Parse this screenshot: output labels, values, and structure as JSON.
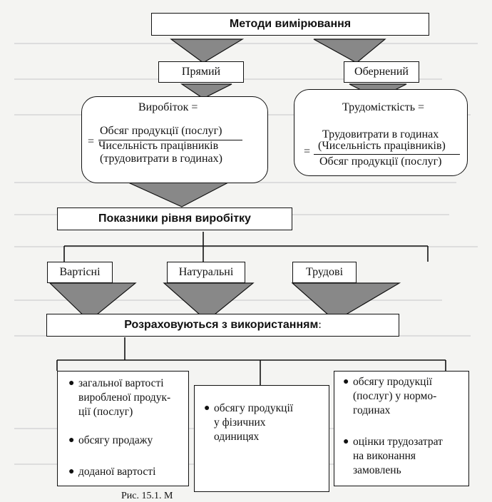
{
  "top": {
    "title": "Методи вимірювання"
  },
  "methods": {
    "direct": "Прямий",
    "inverse": "Обернений"
  },
  "direct_formula": {
    "name": "Виробіток =",
    "eq": "=",
    "numerator": "Обсяг продукції (послуг)",
    "denominator_line1": "Чисельність працівників",
    "denominator_line2": "(трудовитрати в годинах)"
  },
  "inverse_formula": {
    "name": "Трудомісткість =",
    "eq": "=",
    "numerator_line1": "Трудовитрати в годинах",
    "numerator_line2": "(Чисельність працівників)",
    "denominator": "Обсяг продукції (послуг)"
  },
  "indicators": {
    "title": "Показники рівня виробітку"
  },
  "types": {
    "value": "Вартісні",
    "natural": "Натуральні",
    "labor": "Трудові"
  },
  "calc": {
    "title": "Розраховуються з використанням",
    "colon": ":"
  },
  "col1": {
    "item1_l1": "загальної вартості",
    "item1_l2": "виробленої продук-",
    "item1_l3": "ції (послуг)",
    "item2": "обсягу продажу",
    "item3": "доданої вартості"
  },
  "col2": {
    "item1_l1": "обсягу продукції",
    "item1_l2": "у фізичних",
    "item1_l3": "одиницях"
  },
  "col3": {
    "item1_l1": "обсягу продукції",
    "item1_l2": "(послуг) у нормо-",
    "item1_l3": "годинах",
    "item2_l1": "оцінки трудозатрат",
    "item2_l2": "на виконання",
    "item2_l3": "замовлень"
  },
  "caption": {
    "text": "Рис. 15.1. М"
  }
}
